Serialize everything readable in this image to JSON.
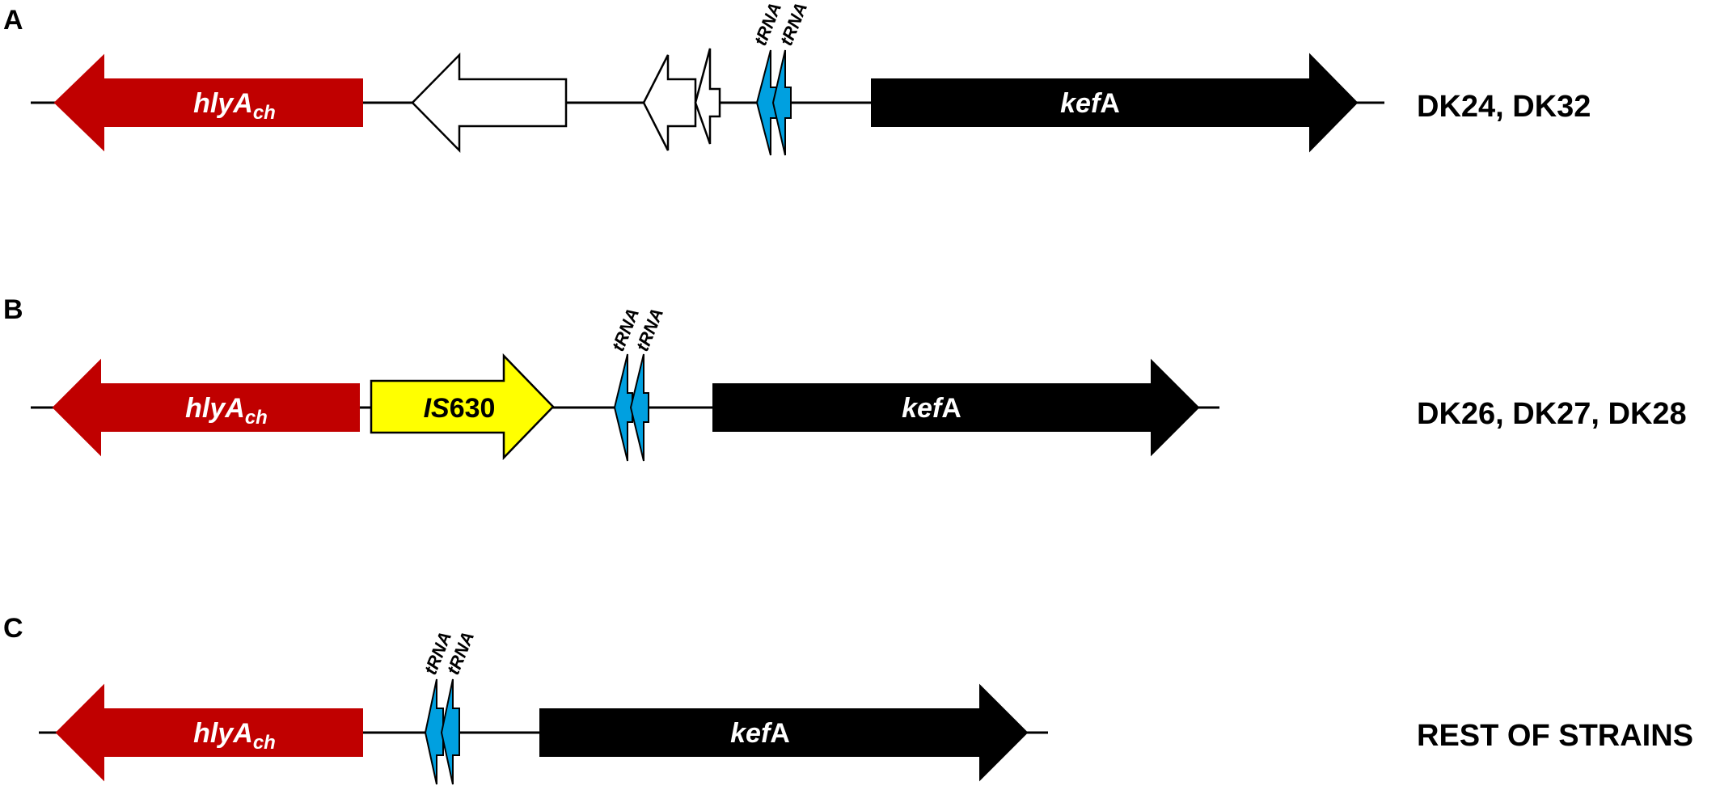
{
  "panels": [
    {
      "letter": "A",
      "strains": "DK24, DK32",
      "genes": {
        "hly": {
          "italic": "hlyA",
          "sub": "ch"
        },
        "kef": {
          "italic": "kef",
          "plain": "A"
        },
        "trna": [
          "tRNA",
          "tRNA"
        ]
      }
    },
    {
      "letter": "B",
      "strains": "DK26, DK27, DK28",
      "genes": {
        "hly": {
          "italic": "hlyA",
          "sub": "ch"
        },
        "is": {
          "italic": "IS",
          "plain": "630"
        },
        "kef": {
          "italic": "kef",
          "plain": "A"
        },
        "trna": [
          "tRNA",
          "tRNA"
        ]
      }
    },
    {
      "letter": "C",
      "strains": "REST OF STRAINS",
      "genes": {
        "hly": {
          "italic": "hlyA",
          "sub": "ch"
        },
        "kef": {
          "italic": "kef",
          "plain": "A"
        },
        "trna": [
          "tRNA",
          "tRNA"
        ]
      }
    }
  ],
  "colors": {
    "hly": "#c00000",
    "kef": "#000000",
    "trna": "#00a0e0",
    "is630": "#ffff00",
    "orf": "#ffffff",
    "line": "#000000"
  }
}
